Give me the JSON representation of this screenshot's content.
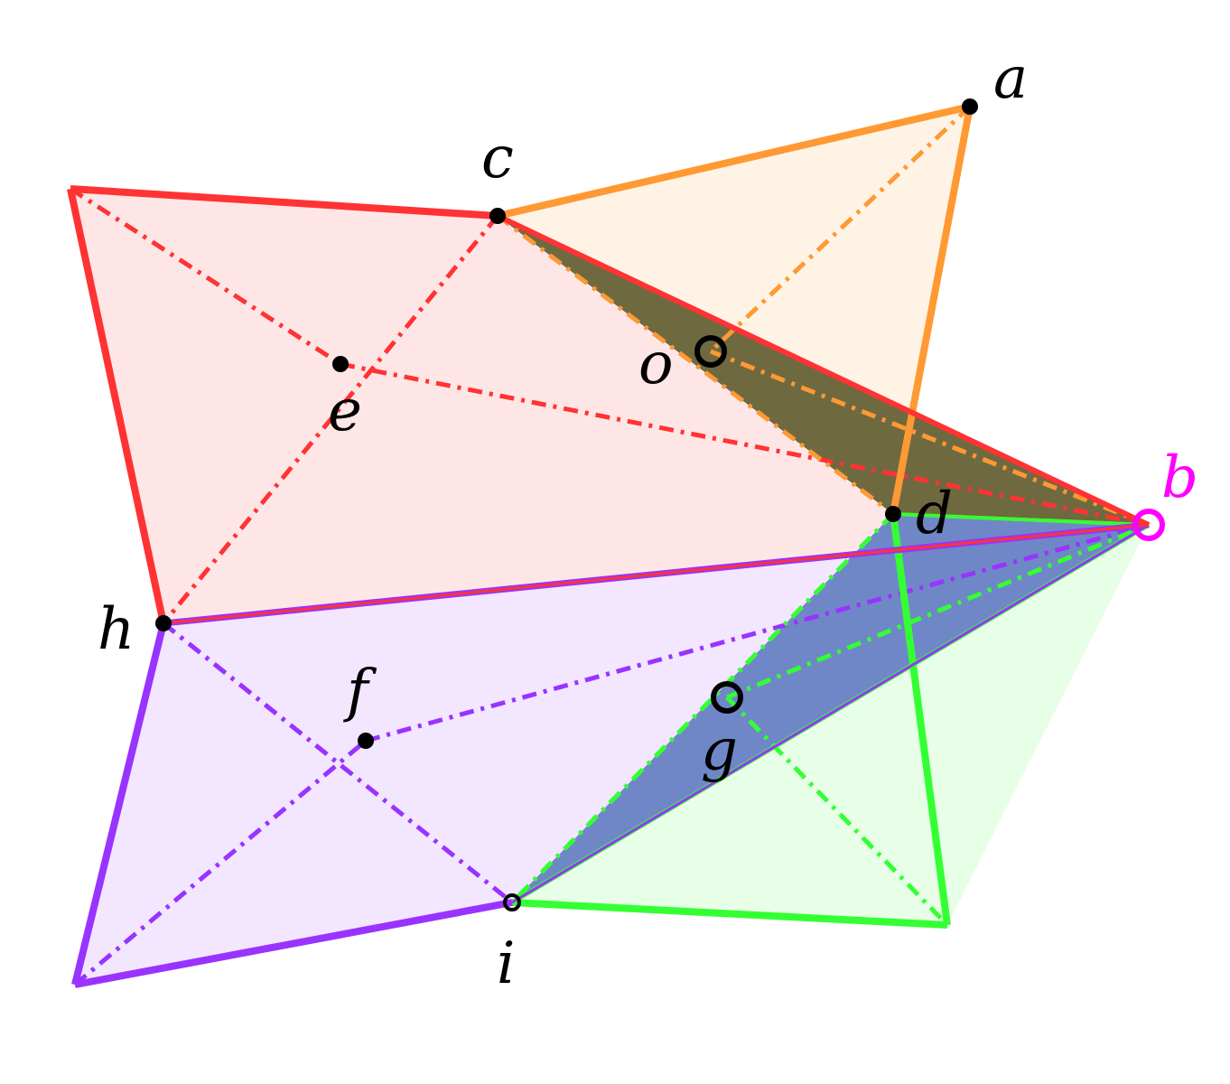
{
  "colors": {
    "orange": "#ff9933",
    "red": "#ff3333",
    "purple": "#9933ff",
    "green": "#33ff33",
    "magenta": "#ff00ff",
    "dark_olive": "#6f6940",
    "dark_blue": "#6f87c7",
    "black": "#000000"
  },
  "labels": {
    "a": "a",
    "b": "b",
    "c": "c",
    "d": "d",
    "e": "e",
    "f": "f",
    "g": "g",
    "h": "h",
    "i": "i",
    "o": "o"
  }
}
